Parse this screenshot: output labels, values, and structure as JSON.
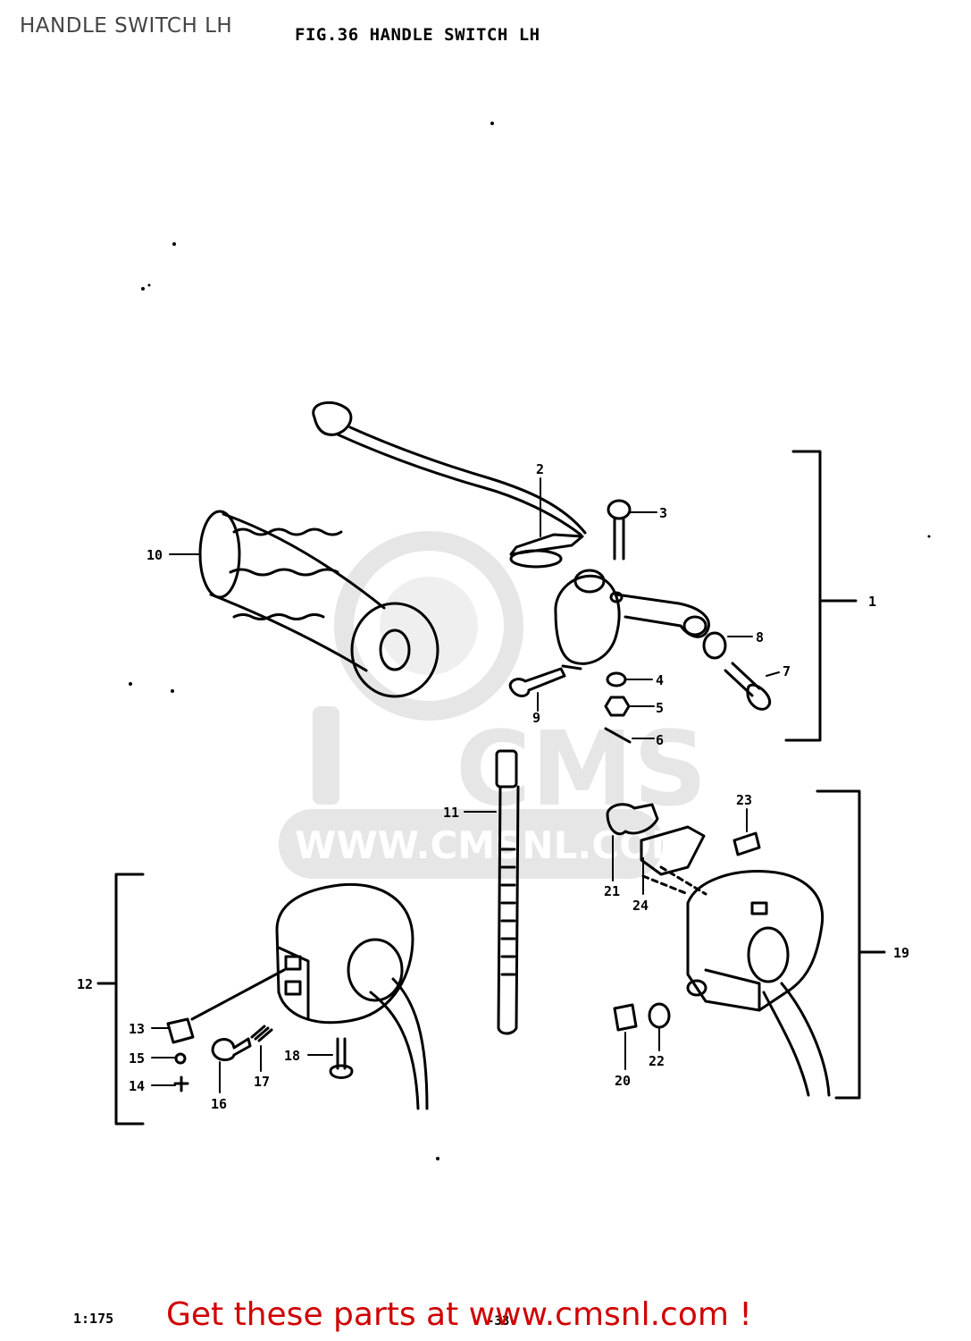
{
  "page": {
    "title": "HANDLE SWITCH LH",
    "figure_title": "FIG.36  HANDLE SWITCH LH",
    "figure_code": "1:175",
    "page_number": "-33-"
  },
  "watermark": {
    "brand": "CMS",
    "url": "WWW.CMSNL.COM",
    "color": "#e6e6e6"
  },
  "footer": {
    "cta": "Get these parts at www.cmsnl.com !",
    "color": "#d00000"
  },
  "callouts": [
    "1",
    "2",
    "3",
    "4",
    "5",
    "6",
    "7",
    "8",
    "9",
    "10",
    "11",
    "12",
    "13",
    "14",
    "15",
    "16",
    "17",
    "18",
    "19",
    "20",
    "21",
    "22",
    "23",
    "24"
  ]
}
